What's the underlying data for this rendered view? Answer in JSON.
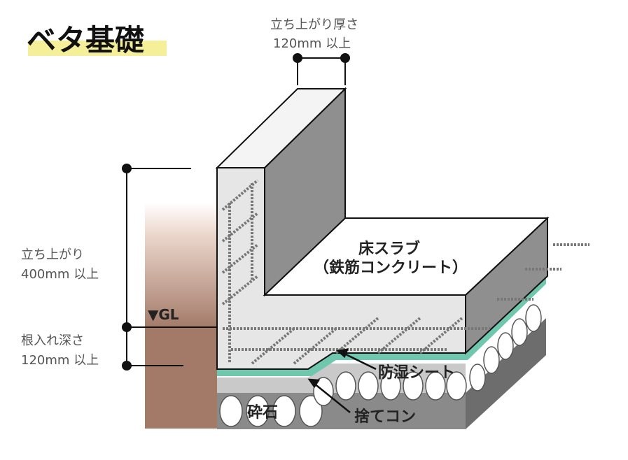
{
  "title": "ベタ基礎",
  "colors": {
    "title_highlight": "#f5ef9a",
    "ground": "#a37a68",
    "concrete_top": "#f2f2f2",
    "concrete_front": "#e4e4e4",
    "concrete_dark": "#8f8f8f",
    "gravel_bg": "#8c8c8c",
    "moisture_sheet": "#6fc7ad",
    "rebar": "#777777"
  },
  "labels": {
    "wall_thickness_line1": "立ち上がり厚さ",
    "wall_thickness_line2": "120mm 以上",
    "rise_height_line1": "立ち上がり",
    "rise_height_line2": "400mm 以上",
    "gl": "▼GL",
    "embed_depth_line1": "根入れ深さ",
    "embed_depth_line2": "120mm 以上",
    "slab_line1": "床スラブ",
    "slab_line2": "（鉄筋コンクリート）",
    "moisture_sheet": "防湿シート",
    "crushed_stone": "砕石",
    "lean_concrete": "捨てコン"
  }
}
